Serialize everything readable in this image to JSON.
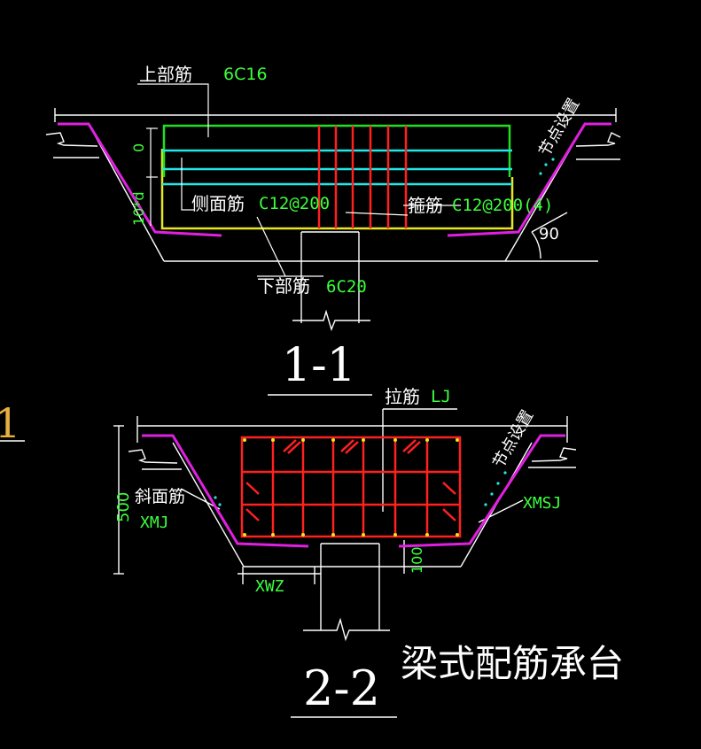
{
  "colors": {
    "background": "#000000",
    "outline": "#ffffff",
    "sloped_bar": "#e020e0",
    "top_bar": "#20e020",
    "side_bar": "#20e8e8",
    "bottom_bar": "#e8e820",
    "stirrup": "#ff2020",
    "label_green": "#3cff3c",
    "label_white": "#ffffff"
  },
  "section_1_1": {
    "title": "1-1",
    "top_rebar_label": "上部筋",
    "top_rebar_value": "6C16",
    "side_rebar_label": "侧面筋",
    "side_rebar_value": "C12@200",
    "stirrup_label": "箍筋",
    "stirrup_value": "C12@200(4)",
    "bottom_rebar_label": "下部筋",
    "bottom_rebar_value": "6C20",
    "node_note": "节点设置",
    "angle": "90",
    "dim_top": "0",
    "dim_side": "10*d"
  },
  "section_2_2": {
    "title": "2-2",
    "tie_label": "拉筋",
    "tie_value": "LJ",
    "oblique_label": "斜面筋",
    "oblique_value": "XMJ",
    "oblique_tie_value": "XMSJ",
    "bottom_width_value": "XWZ",
    "dim_height": "500",
    "dim_bottom": "100",
    "node_note": "节点设置"
  },
  "caption": "梁式配筋承台",
  "edge_fragment": "1"
}
